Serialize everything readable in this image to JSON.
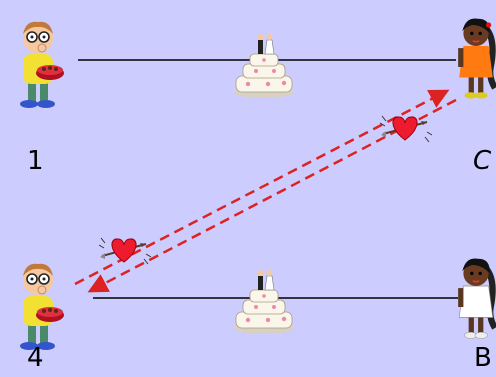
{
  "labels": {
    "top_left": "1",
    "top_right": "C",
    "bottom_left": "4",
    "bottom_right": "B"
  },
  "figures": {
    "top_left": "boy-with-chocolate-box",
    "top_right": "girl-orange-dress",
    "bottom_left": "boy-with-chocolate-box",
    "bottom_right": "girl-white-dress"
  },
  "colors": {
    "background": "#ccccff",
    "arrow": "#dd2222",
    "heart": "#ee1b2e",
    "line": "#000000"
  }
}
